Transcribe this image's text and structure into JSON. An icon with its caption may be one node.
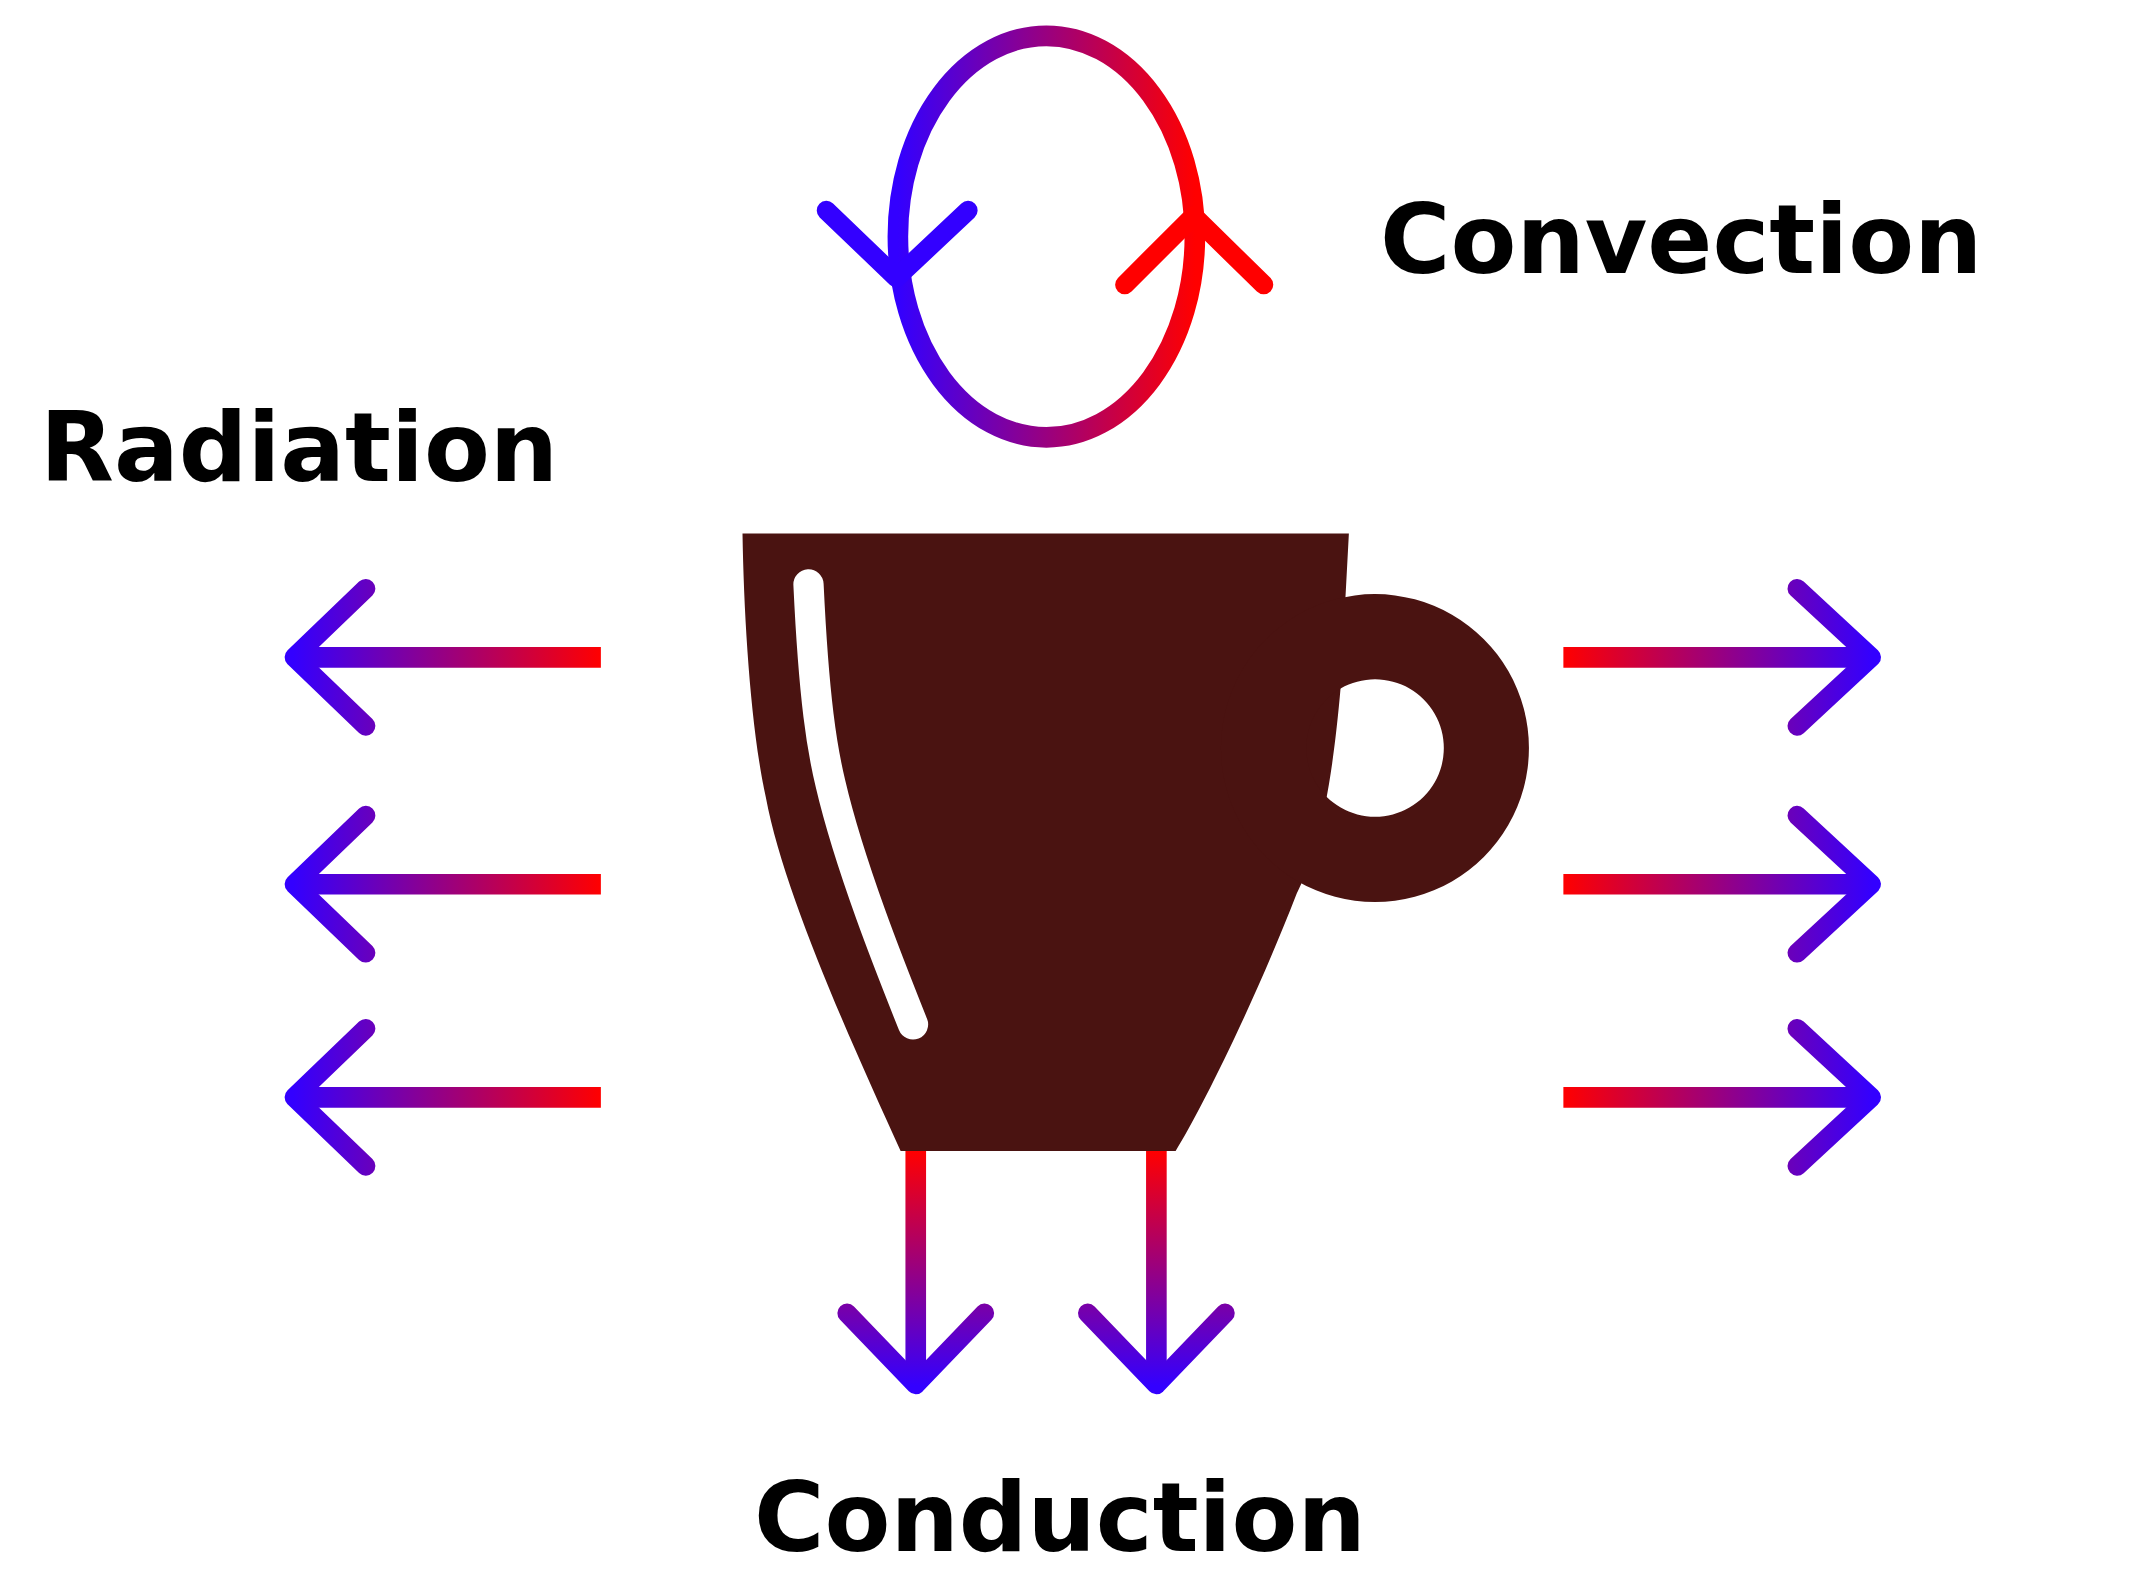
{
  "diagram": {
    "labels": [
      "Convection",
      "Radiation",
      "Conduction"
    ]
  }
}
